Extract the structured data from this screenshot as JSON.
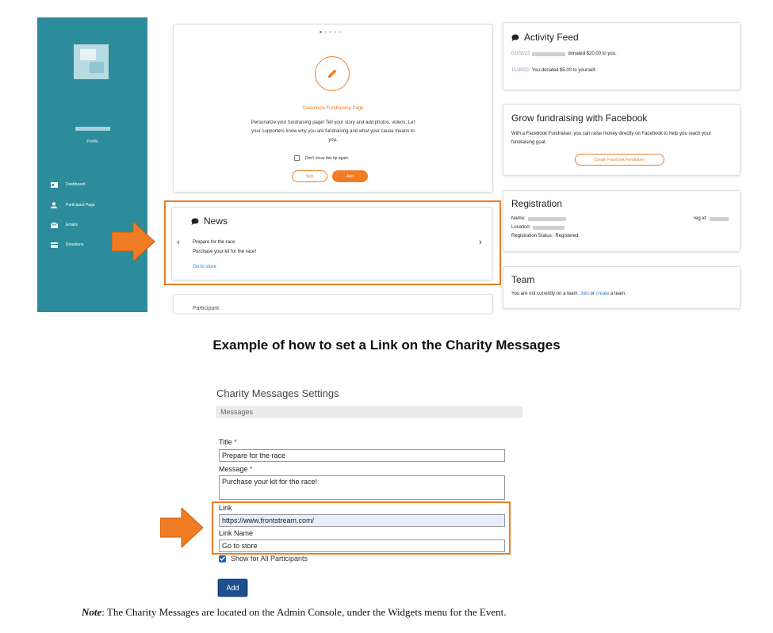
{
  "sidebar": {
    "profile_label": "Profile",
    "items": [
      {
        "label": "Dashboard",
        "icon": "dashboard-icon"
      },
      {
        "label": "Participant Page",
        "icon": "person-icon"
      },
      {
        "label": "Emails",
        "icon": "envelope-icon"
      },
      {
        "label": "Donations",
        "icon": "card-icon"
      }
    ]
  },
  "tip": {
    "title": "Customize Fundraising Page",
    "body": "Personalize your fundraising page! Tell your story and add photos, videos. Let your supporters know why you are fundraising and what your cause means to you.",
    "checkbox_label": "Don't show this tip again.",
    "skip_label": "Skip",
    "add_label": "Add"
  },
  "news": {
    "title": "News",
    "line1": "Prepare for the race",
    "line2": "Purchase your kit for the race!",
    "link": "Go to store",
    "prev": "‹",
    "next": "›"
  },
  "participant_label": "Participant",
  "activity_feed": {
    "title": "Activity Feed",
    "rows": [
      {
        "date": "02/02/23",
        "text": "donated $20.00 to you."
      },
      {
        "date": "11/30/22",
        "text": "You donated $5.00 to yourself."
      }
    ]
  },
  "facebook": {
    "title": "Grow fundraising with Facebook",
    "body": "With a Facebook Fundraiser, you can raise money directly on Facebook to help you reach your fundraising goal.",
    "button": "Create Facebook Fundraiser"
  },
  "registration": {
    "title": "Registration",
    "name_label": "Name:",
    "location_label": "Location:",
    "status_label": "Registration Status:",
    "status_value": "Registered",
    "reg_id_label": "reg id:"
  },
  "team": {
    "title": "Team",
    "text_before": "You are not currently on a team.",
    "join": "Join",
    "or": "or",
    "create": "create",
    "text_after": "a team."
  },
  "heading": "Example of how to set a Link on the Charity Messages",
  "form": {
    "title": "Charity Messages Settings",
    "section": "Messages",
    "title_label": "Title",
    "title_value": "Prepare for the race",
    "message_label": "Message",
    "message_value": "Purchase your kit for the race!",
    "required_mark": "*",
    "link_label": "Link",
    "link_value": "https://www.frontstream.com/",
    "link_name_label": "Link Name",
    "link_name_value": "Go to store",
    "show_all_label": "Show for All Participants",
    "add_button": "Add"
  },
  "note": {
    "bold": "Note",
    "text": ": The Charity Messages are located on the Admin Console, under the Widgets menu for the Event."
  },
  "colors": {
    "sidebar": "#2d8c9c",
    "accent": "#f07c24",
    "link": "#2979c9",
    "form_button": "#1f4f8f"
  }
}
